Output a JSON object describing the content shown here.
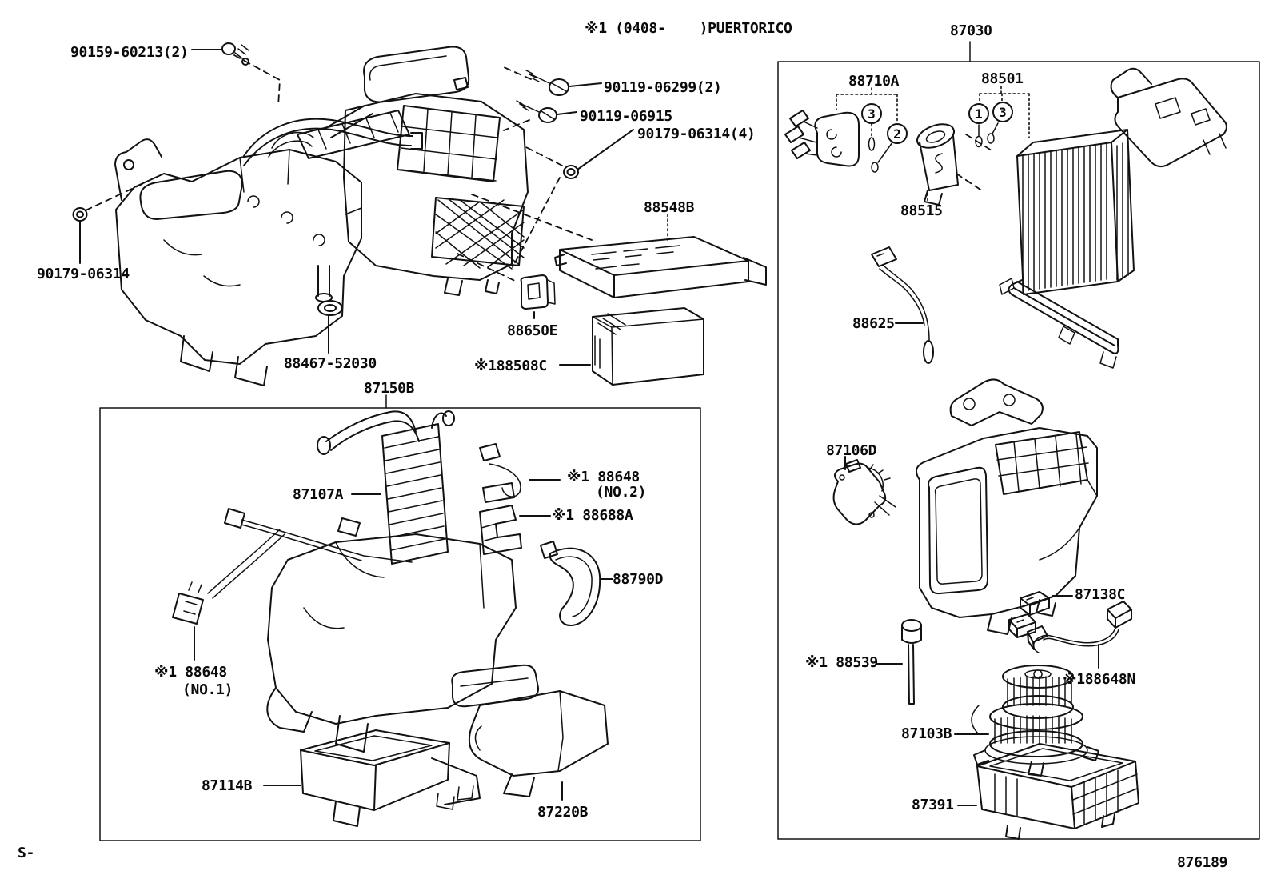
{
  "page": {
    "bottom_left_code": "S-",
    "bottom_right_code": "876189",
    "note_top": "※1 (0408-    )PUERTORICO"
  },
  "frames": {
    "left_title": "87150B",
    "right_title": "87030"
  },
  "labels": {
    "p90159": "90159-60213(2)",
    "p90179_left": "90179-06314",
    "p90119_06299": "90119-06299(2)",
    "p90119_06915": "90119-06915",
    "p90179_4": "90179-06314(4)",
    "p88548B": "88548B",
    "p88650E": "88650E",
    "p88508C": "※188508C",
    "p88467": "88467-52030",
    "p87107A": "87107A",
    "p88648no2a": "※1 88648",
    "p88648no2b": "(NO.2)",
    "p88688A": "※1 88688A",
    "p88790D": "88790D",
    "p88648no1a": "※1 88648",
    "p88648no1b": "(NO.1)",
    "p87114B": "87114B",
    "p87220B": "87220B",
    "p88710A": "88710A",
    "p88501": "88501",
    "p88515": "88515",
    "p88625": "88625",
    "p87106D": "87106D",
    "p87138C": "87138C",
    "p88539": "※1 88539",
    "p88648N": "※188648N",
    "p87103B": "87103B",
    "p87391": "87391"
  },
  "callouts": [
    "3",
    "2",
    "1",
    "3"
  ]
}
